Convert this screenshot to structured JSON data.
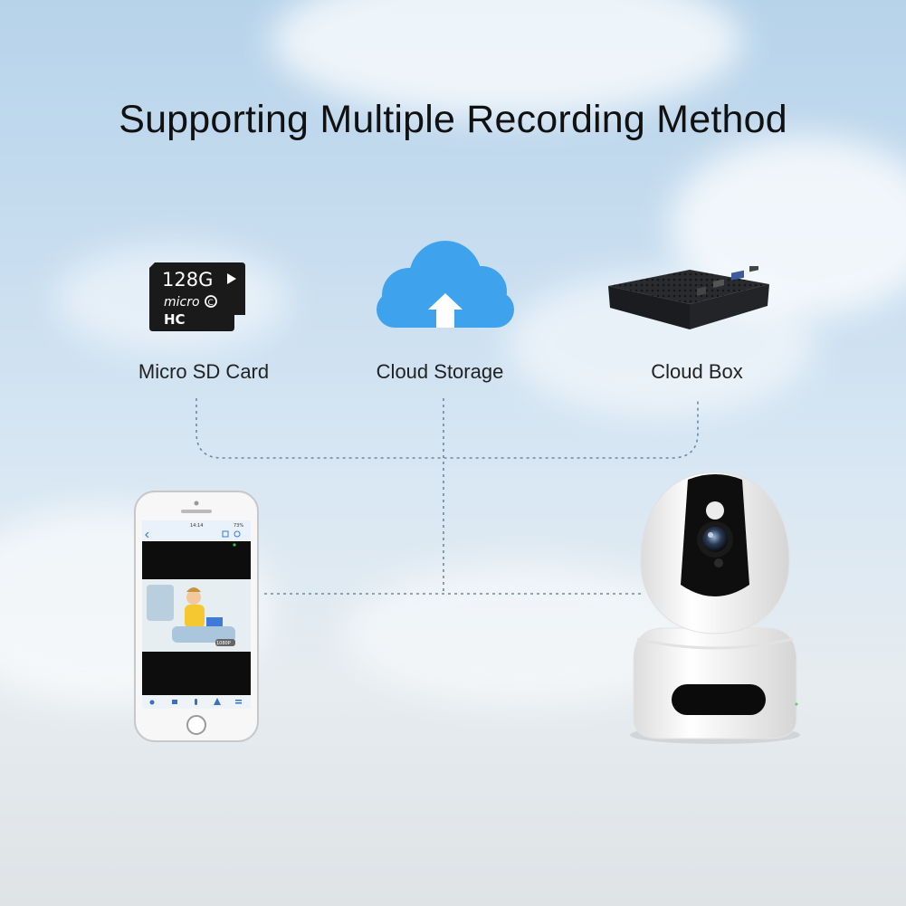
{
  "title": "Supporting Multiple Recording Method",
  "storage_options": [
    {
      "label": "Micro SD Card",
      "icon": "micro-sd-card-icon"
    },
    {
      "label": "Cloud Storage",
      "icon": "cloud-upload-icon"
    },
    {
      "label": "Cloud Box",
      "icon": "cloud-box-device-icon"
    }
  ],
  "sd_card": {
    "capacity": "128G",
    "brand_line1": "micro",
    "brand_line2": "HC",
    "class_mark": "C"
  },
  "phone": {
    "status_time": "14:14",
    "battery": "73%",
    "badge": "1080P"
  },
  "colors": {
    "cloud_icon": "#3fa2ec",
    "connector_line": "#6a8aa3",
    "device_box": "#1f2023"
  }
}
